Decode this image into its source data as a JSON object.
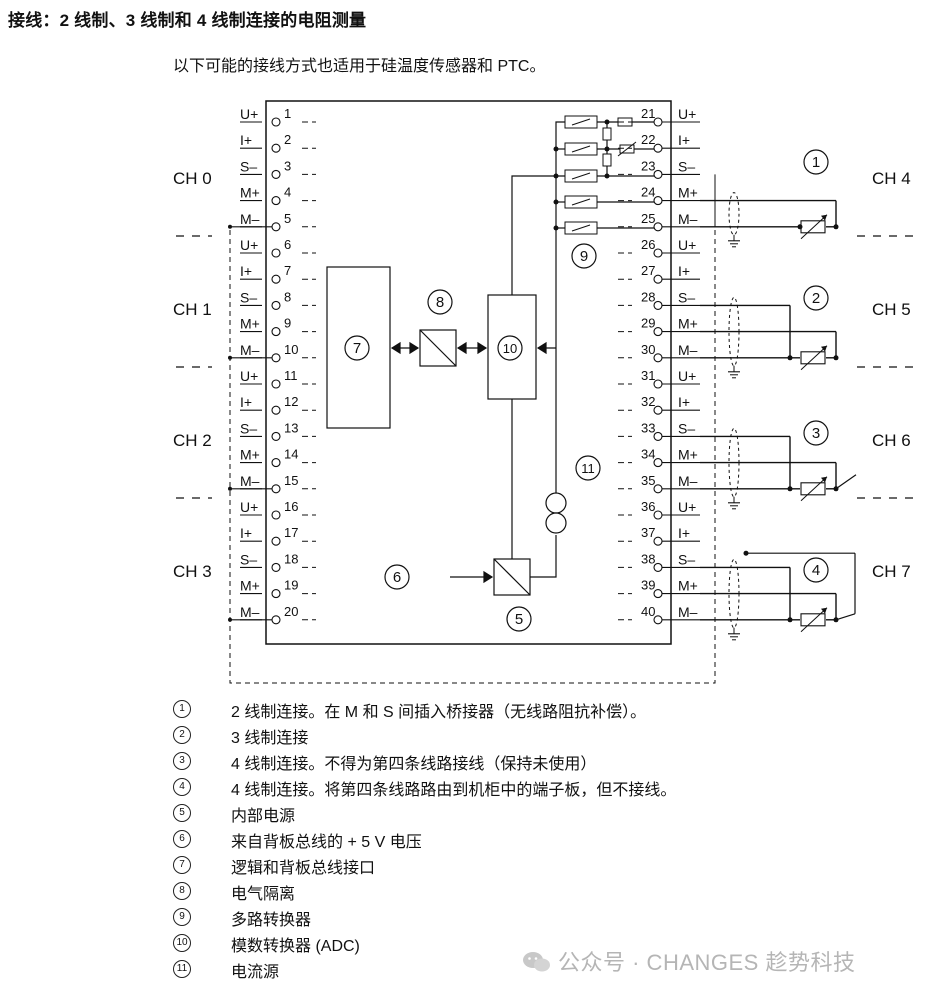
{
  "title": "接线：2 线制、3 线制和 4 线制连接的电阻测量",
  "subtitle": "以下可能的接线方式也适用于硅温度传感器和 PTC。",
  "channels_left": [
    "CH 0",
    "CH 1",
    "CH 2",
    "CH 3"
  ],
  "channels_right": [
    "CH 4",
    "CH 5",
    "CH 6",
    "CH 7"
  ],
  "terminal_labels": [
    "U+",
    "I+",
    "S–",
    "M+",
    "M–"
  ],
  "pins_left": [
    "1",
    "2",
    "3",
    "4",
    "5",
    "6",
    "7",
    "8",
    "9",
    "10",
    "11",
    "12",
    "13",
    "14",
    "15",
    "16",
    "17",
    "18",
    "19",
    "20"
  ],
  "pins_right": [
    "21",
    "22",
    "23",
    "24",
    "25",
    "26",
    "27",
    "28",
    "29",
    "30",
    "31",
    "32",
    "33",
    "34",
    "35",
    "36",
    "37",
    "38",
    "39",
    "40"
  ],
  "callouts": [
    "1",
    "2",
    "3",
    "4",
    "5",
    "6",
    "7",
    "8",
    "9",
    "10",
    "11"
  ],
  "legend": [
    {
      "num": "1",
      "text": "2 线制连接。在 M 和 S 间插入桥接器（无线路阻抗补偿）。"
    },
    {
      "num": "2",
      "text": "3 线制连接"
    },
    {
      "num": "3",
      "text": "4 线制连接。不得为第四条线路接线（保持未使用）"
    },
    {
      "num": "4",
      "text": "4 线制连接。将第四条线路路由到机柜中的端子板，但不接线。"
    },
    {
      "num": "5",
      "text": "内部电源"
    },
    {
      "num": "6",
      "text": "来自背板总线的 + 5 V 电压"
    },
    {
      "num": "7",
      "text": "逻辑和背板总线接口"
    },
    {
      "num": "8",
      "text": "电气隔离"
    },
    {
      "num": "9",
      "text": "多路转换器"
    },
    {
      "num": "10",
      "text": "模数转换器 (ADC)"
    },
    {
      "num": "11",
      "text": "电流源"
    }
  ],
  "watermark": "公众号 · CHANGES 趁势科技"
}
